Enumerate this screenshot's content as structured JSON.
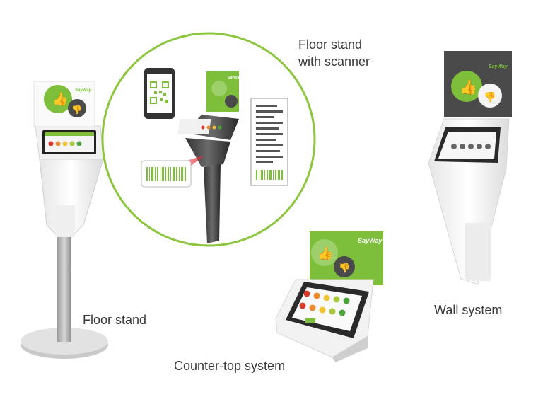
{
  "labels": {
    "floor_stand_scanner_line1": "Floor stand",
    "floor_stand_scanner_line2": "with scanner",
    "floor_stand": "Floor stand",
    "counter_top": "Counter-top system",
    "wall_system": "Wall system"
  },
  "brand": {
    "name": "SayWay"
  },
  "colors": {
    "green": "#7dbf3a",
    "dark_grey": "#4a4a4a",
    "circle_outline": "#8cc63f"
  },
  "icons": [
    "thumbs-up-icon",
    "thumbs-down-icon",
    "qr-code-icon",
    "barcode-icon",
    "receipt-icon",
    "smartphone-icon",
    "star-icon",
    "smiley-icon"
  ]
}
